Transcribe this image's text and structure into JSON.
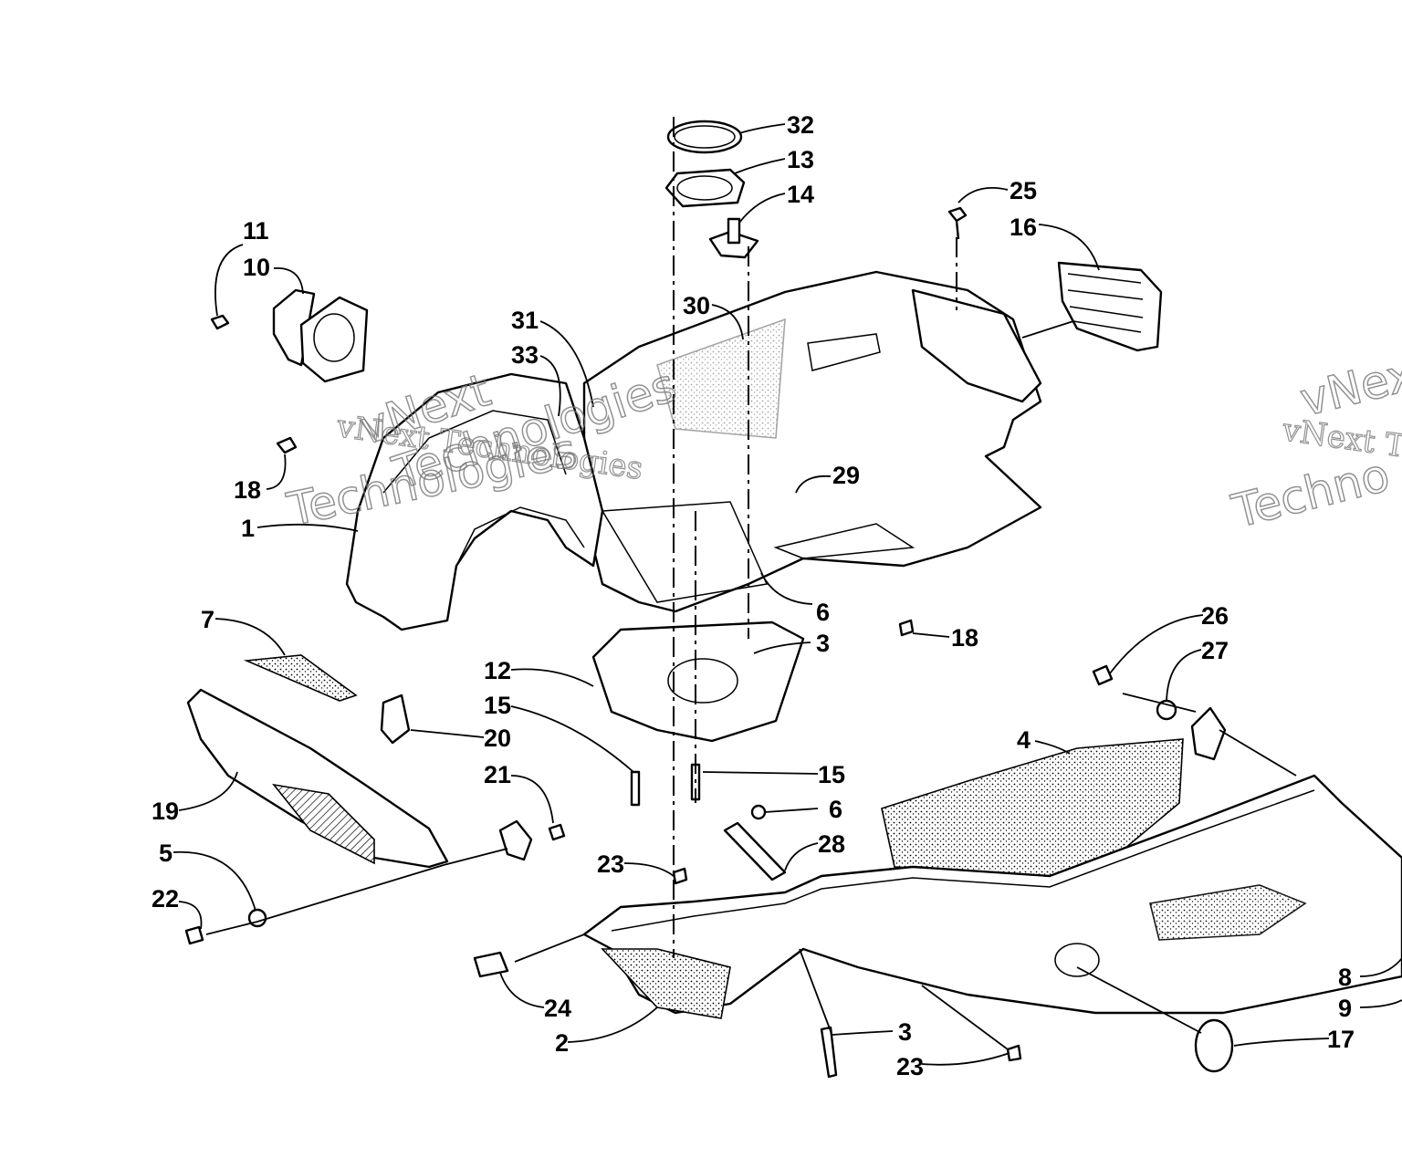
{
  "watermarks": [
    {
      "line1": "vNext",
      "line2": "Technologies"
    },
    {
      "line1": "vNext Technologies",
      "line2": "Technologies"
    },
    {
      "line1": "vNext Te",
      "line2": "Techno"
    }
  ],
  "callouts": {
    "c32": "32",
    "c13": "13",
    "c14": "14",
    "c25": "25",
    "c16": "16",
    "c11": "11",
    "c10": "10",
    "c31": "31",
    "c33": "33",
    "c30": "30",
    "c18a": "18",
    "c1": "1",
    "c29": "29",
    "c6a": "6",
    "c3a": "3",
    "c18b": "18",
    "c7": "7",
    "c12": "12",
    "c15a": "15",
    "c20": "20",
    "c15b": "15",
    "c21": "21",
    "c19": "19",
    "c5": "5",
    "c22": "22",
    "c26": "26",
    "c27": "27",
    "c4": "4",
    "c6b": "6",
    "c28": "28",
    "c23a": "23",
    "c24": "24",
    "c2": "2",
    "c3b": "3",
    "c23b": "23",
    "c8": "8",
    "c9": "9",
    "c17": "17"
  }
}
